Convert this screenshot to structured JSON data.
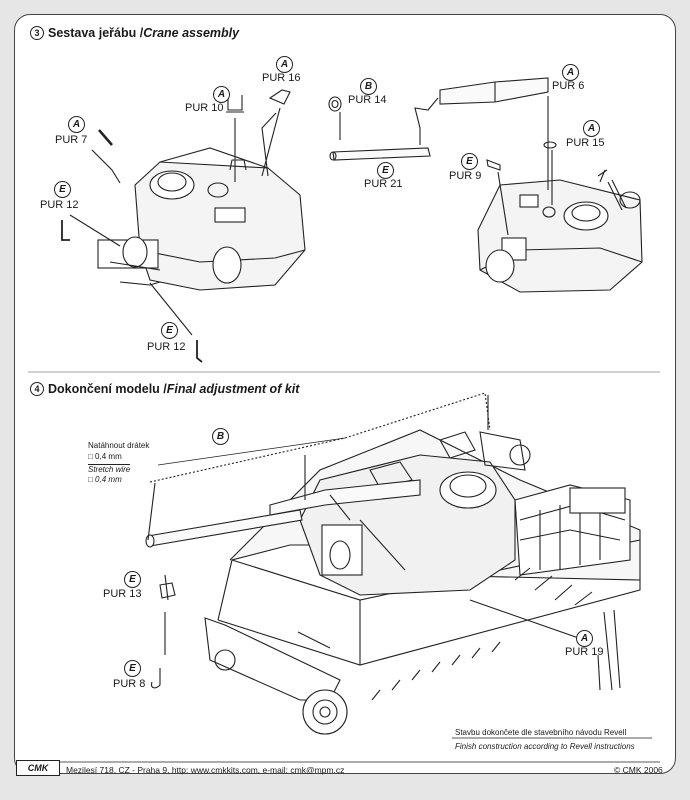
{
  "section3": {
    "number": "3",
    "title": "Sestava jeřábu /",
    "title_en": "Crane assembly"
  },
  "section4": {
    "number": "4",
    "title": "Dokončení modelu /",
    "title_en": "Final adjustment of kit"
  },
  "parts": {
    "pur16": {
      "badge": "A",
      "label": "PUR 16"
    },
    "pur10": {
      "badge": "A",
      "label": "PUR 10"
    },
    "pur7": {
      "badge": "A",
      "label": "PUR 7"
    },
    "pur12a": {
      "badge": "E",
      "label": "PUR 12"
    },
    "pur12b": {
      "badge": "E",
      "label": "PUR 12"
    },
    "pur14": {
      "badge": "B",
      "label": "PUR 14"
    },
    "pur21": {
      "badge": "E",
      "label": "PUR 21"
    },
    "pur6": {
      "badge": "A",
      "label": "PUR 6"
    },
    "pur15": {
      "badge": "A",
      "label": "PUR 15"
    },
    "pur9": {
      "badge": "E",
      "label": "PUR 9"
    },
    "pur13": {
      "badge": "E",
      "label": "PUR 13"
    },
    "pur8": {
      "badge": "E",
      "label": "PUR 8"
    },
    "pur19": {
      "badge": "A",
      "label": "PUR 19"
    },
    "b_wire": {
      "badge": "B"
    }
  },
  "wire_note": {
    "cz": "Natáhnout drátek",
    "cz_size": "□ 0,4 mm",
    "en": "Stretch wire",
    "en_size": "□ 0,4 mm"
  },
  "instructions": {
    "cz": "Stavbu dokončete dle stavebního návodu Revell",
    "en": "Finish construction according to Revell instructions"
  },
  "footer": {
    "logo": "CMK",
    "address": "Mezilesí 718, CZ - Praha 9,  http: www.cmkkits.com, e-mail: cmk@mpm.cz",
    "copyright": "© CMK 2006"
  }
}
